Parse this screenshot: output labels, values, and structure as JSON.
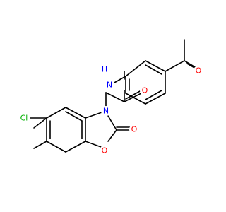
{
  "molecule": {
    "colors": {
      "carbon_bond": "#000000",
      "nitrogen": "#0000ff",
      "oxygen": "#ff0000",
      "chlorine": "#00b000",
      "background": "#ffffff"
    },
    "atoms": {
      "cl": "Cl",
      "n_ring": "N",
      "o_ring": "O",
      "o_carbonyl_ring": "O",
      "o_amide": "O",
      "nh": "N",
      "h": "H",
      "o_acetyl": "O"
    }
  }
}
